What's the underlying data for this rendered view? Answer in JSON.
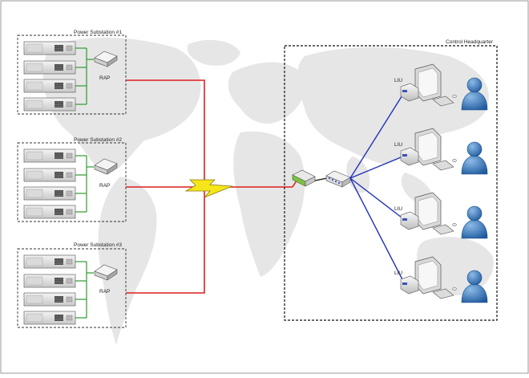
{
  "substations": [
    {
      "title": "Power Substation #1",
      "device_label": "RAP"
    },
    {
      "title": "Power Substation #2",
      "device_label": "RAP"
    },
    {
      "title": "Power Substation #3",
      "device_label": "RAP"
    }
  ],
  "headquarter": {
    "title": "Control Headquarter",
    "workstations": [
      {
        "label": "LIU"
      },
      {
        "label": "LIU"
      },
      {
        "label": "LIU"
      },
      {
        "label": "LIU"
      }
    ]
  },
  "colors": {
    "power_link": "#dd1f1f",
    "lan_link": "#1f33b8",
    "server_link": "#2f9a2f",
    "lightning": "#f5e51b",
    "user": "#3f7fc8",
    "map": "#e6e6e6"
  },
  "icons": [
    "server-rack-icon",
    "router-icon",
    "lightning-icon",
    "modem-icon",
    "switch-icon",
    "workstation-icon",
    "user-icon"
  ]
}
